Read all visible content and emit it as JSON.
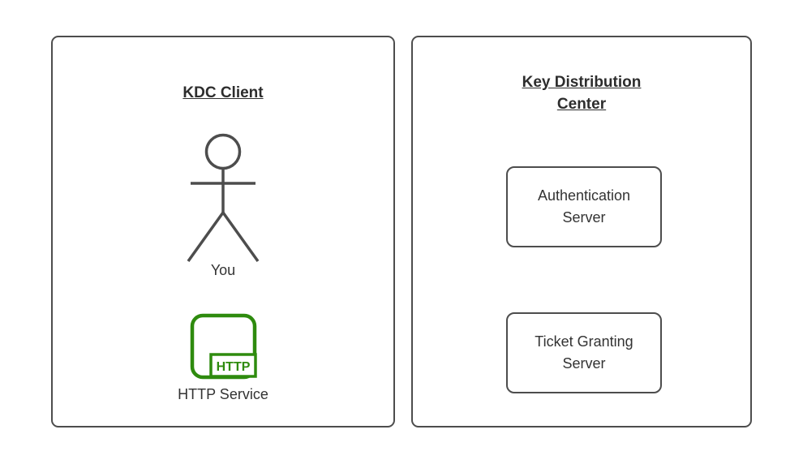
{
  "diagram": {
    "left_panel": {
      "title": "KDC Client",
      "actor_label": "You",
      "service_badge": "HTTP",
      "service_label": "HTTP Service"
    },
    "right_panel": {
      "title": "Key Distribution Center",
      "servers": [
        {
          "label": "Authentication Server"
        },
        {
          "label": "Ticket Granting Server"
        }
      ]
    },
    "colors": {
      "background": "#ffffff",
      "shape_stroke": "#4d4d4d",
      "text": "#333333",
      "service_green": "#2e8b0e"
    }
  }
}
